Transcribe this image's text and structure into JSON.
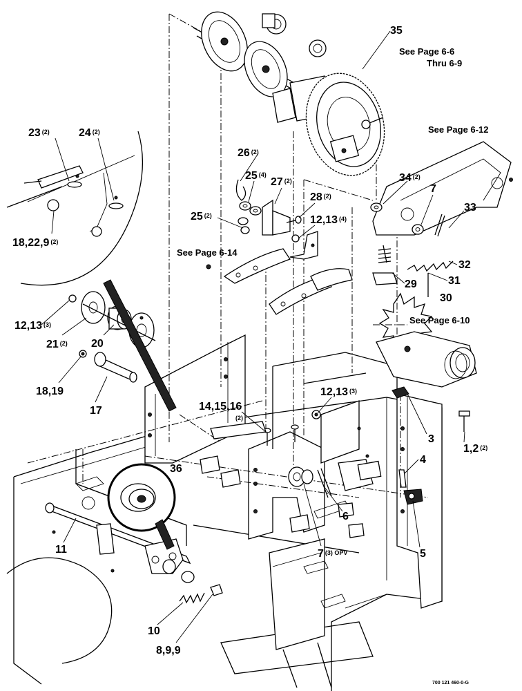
{
  "callouts": [
    {
      "id": "c35",
      "num": "35",
      "qty": ""
    },
    {
      "id": "c34",
      "num": "34",
      "qty": "(2)"
    },
    {
      "id": "c7a",
      "num": "7",
      "qty": ""
    },
    {
      "id": "c33",
      "num": "33",
      "qty": ""
    },
    {
      "id": "c32",
      "num": "32",
      "qty": ""
    },
    {
      "id": "c31",
      "num": "31",
      "qty": ""
    },
    {
      "id": "c30",
      "num": "30",
      "qty": ""
    },
    {
      "id": "c29",
      "num": "29",
      "qty": ""
    },
    {
      "id": "c26",
      "num": "26",
      "qty": "(2)"
    },
    {
      "id": "c25a",
      "num": "25",
      "qty": "(4)"
    },
    {
      "id": "c27",
      "num": "27",
      "qty": "(2)"
    },
    {
      "id": "c28",
      "num": "28",
      "qty": "(2)"
    },
    {
      "id": "c25b",
      "num": "25",
      "qty": "(2)"
    },
    {
      "id": "c1213a",
      "num": "12,13",
      "qty": "(4)"
    },
    {
      "id": "c23",
      "num": "23",
      "qty": "(2)"
    },
    {
      "id": "c24",
      "num": "24",
      "qty": "(2)"
    },
    {
      "id": "c18229",
      "num": "18,22,9",
      "qty": "(2)"
    },
    {
      "id": "c1213b",
      "num": "12,13",
      "qty": "(3)"
    },
    {
      "id": "c21",
      "num": "21",
      "qty": "(2)"
    },
    {
      "id": "c20",
      "num": "20",
      "qty": ""
    },
    {
      "id": "c1819",
      "num": "18,19",
      "qty": ""
    },
    {
      "id": "c17",
      "num": "17",
      "qty": ""
    },
    {
      "id": "c141516",
      "num": "14,15,16",
      "qty": "(2)"
    },
    {
      "id": "c1213c",
      "num": "12,13",
      "qty": "(3)"
    },
    {
      "id": "c3",
      "num": "3",
      "qty": ""
    },
    {
      "id": "c12",
      "num": "1,2",
      "qty": "(2)"
    },
    {
      "id": "c4",
      "num": "4",
      "qty": ""
    },
    {
      "id": "c36",
      "num": "36",
      "qty": ""
    },
    {
      "id": "c6",
      "num": "6",
      "qty": ""
    },
    {
      "id": "c5",
      "num": "5",
      "qty": ""
    },
    {
      "id": "c7b",
      "num": "7",
      "qty": "(3) OPV"
    },
    {
      "id": "c11",
      "num": "11",
      "qty": ""
    },
    {
      "id": "c10",
      "num": "10",
      "qty": ""
    },
    {
      "id": "c899",
      "num": "8,9,9",
      "qty": ""
    }
  ],
  "page_refs": {
    "ref_6_6": "See Page 6-6",
    "ref_6_9": "Thru 6-9",
    "ref_6_12": "See Page 6-12",
    "ref_6_14": "See Page 6-14",
    "ref_6_10": "See Page 6-10"
  },
  "drawing_number": "700 121 460-0-G"
}
